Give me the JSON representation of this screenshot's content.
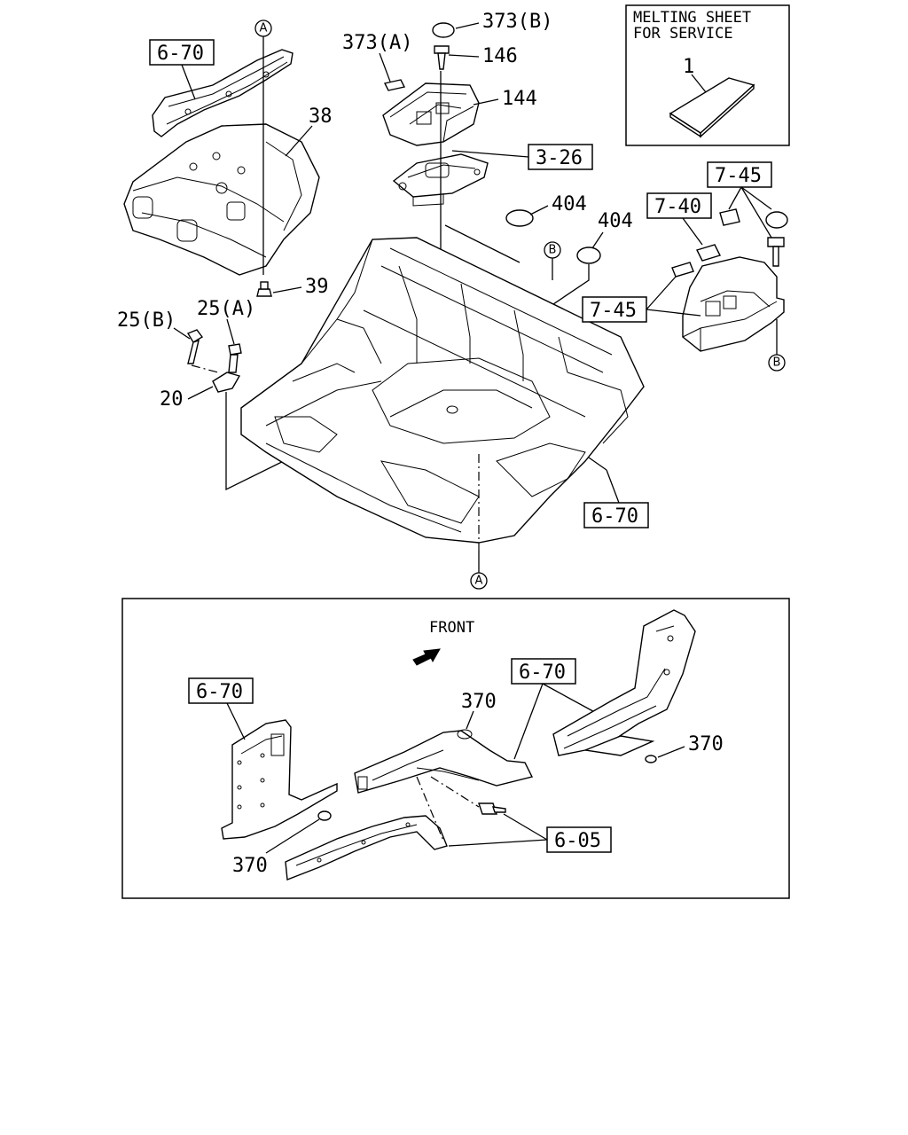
{
  "diagram": {
    "callouts": {
      "ref_a_top": "A",
      "ref_a_bottom": "A",
      "ref_b_center": "B",
      "ref_b_right": "B",
      "p_6_70_topleft": "6-70",
      "p_38": "38",
      "p_39": "39",
      "p_25b": "25(B)",
      "p_25a": "25(A)",
      "p_20": "20",
      "p_373a": "373(A)",
      "p_373b": "373(B)",
      "p_146": "146",
      "p_144": "144",
      "p_3_26": "3-26",
      "p_404_left": "404",
      "p_404_right": "404",
      "p_7_45_top": "7-45",
      "p_7_40": "7-40",
      "p_7_45_mid": "7-45",
      "p_6_70_right": "6-70"
    },
    "melting_sheet": {
      "title_line1": "MELTING SHEET",
      "title_line2": "FOR SERVICE",
      "part_no": "1"
    },
    "inset": {
      "front_label": "FRONT",
      "p_6_70_left": "6-70",
      "p_6_70_center": "6-70",
      "p_370_top": "370",
      "p_370_right": "370",
      "p_370_bottom": "370",
      "p_6_05": "6-05"
    }
  }
}
